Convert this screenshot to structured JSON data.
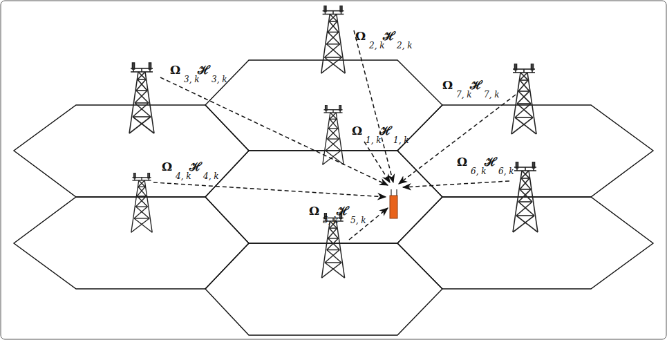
{
  "diagram": {
    "labels": [
      "Ω",
      "2, k",
      "ℋ",
      "2, k",
      "Ω",
      "3, k",
      "ℋ",
      "3, k",
      "Ω",
      "7, k",
      "ℋ",
      "7, k",
      "Ω",
      "1, k",
      "ℋ",
      "1, k",
      "Ω",
      "6, k",
      "ℋ",
      "6, k",
      "Ω",
      "4, k",
      "ℋ",
      "4, k",
      "Ω",
      "5, k",
      "ℋ",
      "5, k"
    ]
  }
}
